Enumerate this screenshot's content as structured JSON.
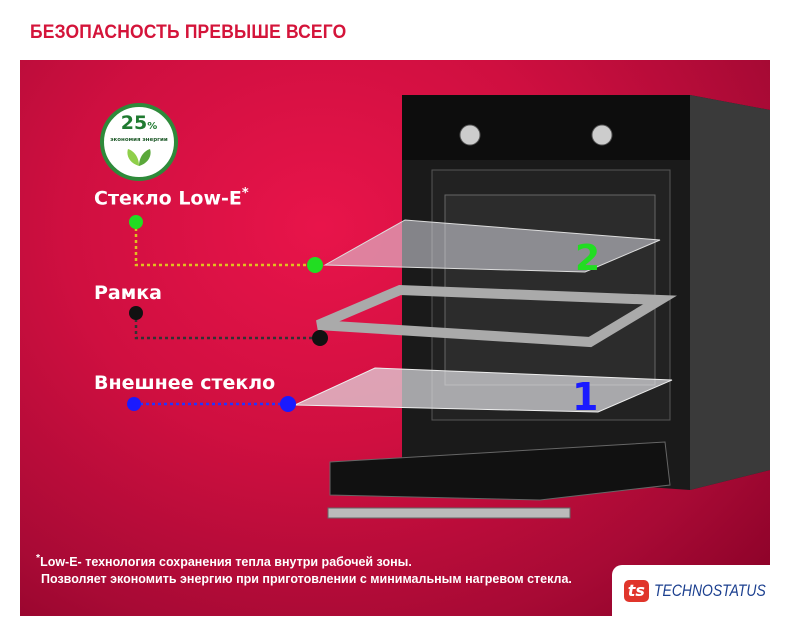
{
  "title": "БЕЗОПАСНОСТЬ ПРЕВЫШЕ ВСЕГО",
  "badge": {
    "percent": "25",
    "percent_sign": "%",
    "caption": "экономия энергии"
  },
  "labels": {
    "low_e": "Стекло Low-E",
    "low_e_mark": "*",
    "frame": "Рамка",
    "outer": "Внешнее стекло"
  },
  "glass_numbers": {
    "inner": "2",
    "outer": "1"
  },
  "footnote": {
    "mark": "*",
    "line1": "Low-E- технология сохранения тепла внутри рабочей зоны.",
    "line2": "Позволяет экономить энергию при приготовлении с минимальным нагревом стекла."
  },
  "logo": {
    "mark": "ts",
    "name": "TECHNOSTATUS"
  },
  "colors": {
    "red": "#d4143a",
    "green": "#22dd22",
    "blue": "#1a1aff",
    "dark": "#111111"
  }
}
